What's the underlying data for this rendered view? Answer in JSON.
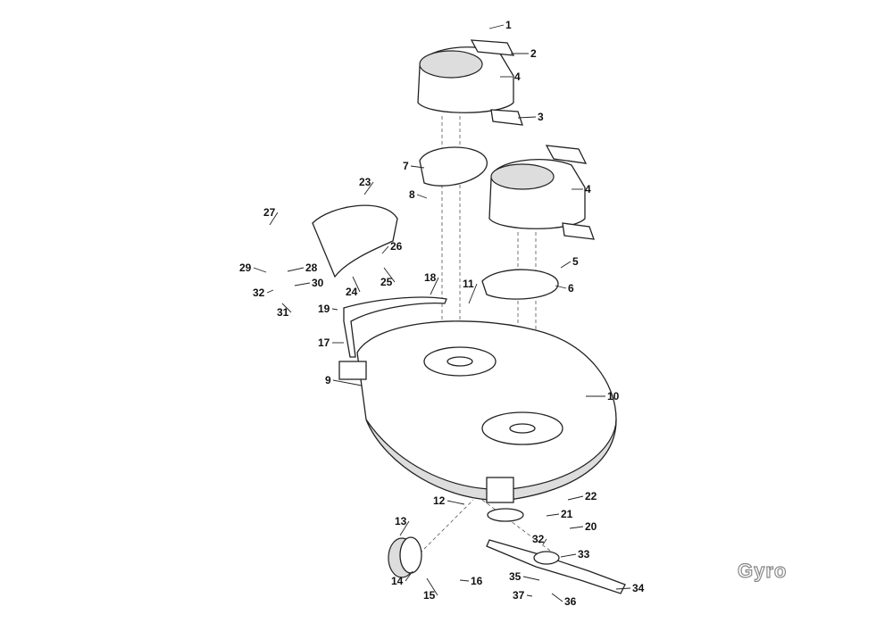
{
  "logo_text": "Gyro",
  "callouts": [
    "1",
    "2",
    "4",
    "3",
    "7",
    "4",
    "23",
    "8",
    "27",
    "26",
    "5",
    "29",
    "28",
    "6",
    "30",
    "25",
    "32",
    "24",
    "18",
    "11",
    "31",
    "19",
    "17",
    "9",
    "10",
    "12",
    "22",
    "21",
    "20",
    "13",
    "32",
    "33",
    "35",
    "34",
    "14",
    "16",
    "15",
    "37",
    "36"
  ]
}
